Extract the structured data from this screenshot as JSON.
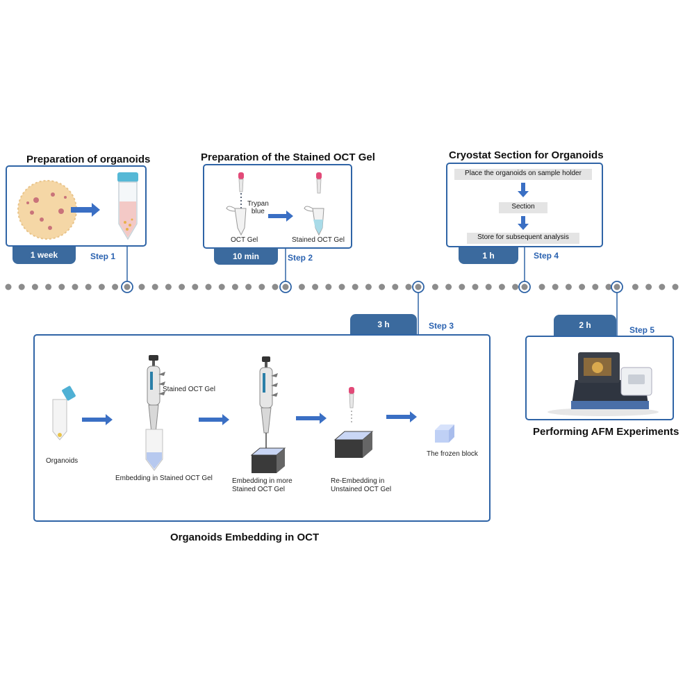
{
  "step1": {
    "title": "Preparation of organoids",
    "duration": "1 week",
    "step": "Step 1"
  },
  "step2": {
    "title": "Preparation of the Stained OCT Gel",
    "duration": "10 min",
    "step": "Step 2",
    "dye_label": "Trypan\nblue",
    "left_label": "OCT Gel",
    "right_label": "Stained OCT Gel"
  },
  "step3": {
    "title": "Organoids Embedding in OCT",
    "duration": "3 h",
    "step": "Step 3",
    "labels": {
      "organoids": "Organoids",
      "stained_gel": "Stained OCT Gel",
      "embed1": "Embedding in Stained OCT Gel",
      "embed2": "Embedding in more\nStained OCT Gel",
      "reembed": "Re-Embedding in\nUnstained OCT Gel",
      "frozen": "The frozen block"
    }
  },
  "step4": {
    "title": "Cryostat Section for Organoids",
    "duration": "1 h",
    "step": "Step 4",
    "flow": [
      "Place the organoids on sample holder",
      "Section",
      "Store for subsequent analysis"
    ]
  },
  "step5": {
    "title": "Performing AFM Experiments",
    "duration": "2 h",
    "step": "Step 5"
  },
  "colors": {
    "accent": "#2f64a6",
    "duration_fill": "#3b6a9e",
    "step_text": "#2a62b0",
    "timeline_dot": "#8c8c8c",
    "arrow": "#3a6fc4"
  }
}
